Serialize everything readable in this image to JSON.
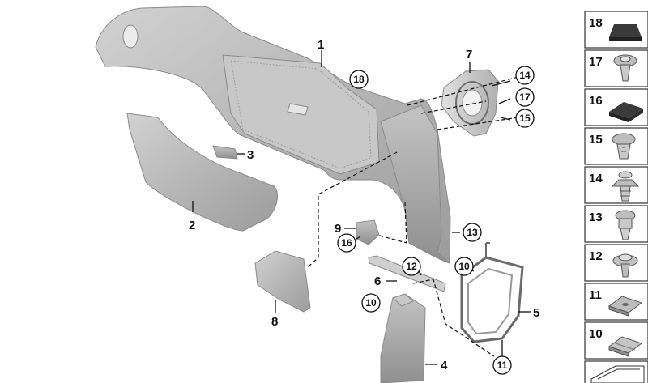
{
  "callouts": [
    {
      "id": "c1",
      "label": "1"
    },
    {
      "id": "c2",
      "label": "2"
    },
    {
      "id": "c3",
      "label": "3"
    },
    {
      "id": "c4",
      "label": "4"
    },
    {
      "id": "c5",
      "label": "5"
    },
    {
      "id": "c6",
      "label": "6"
    },
    {
      "id": "c7",
      "label": "7"
    },
    {
      "id": "c8",
      "label": "8"
    },
    {
      "id": "c9",
      "label": "9"
    }
  ],
  "circled_callouts": [
    {
      "id": "r18",
      "label": "18"
    },
    {
      "id": "r14",
      "label": "14"
    },
    {
      "id": "r17",
      "label": "17"
    },
    {
      "id": "r15",
      "label": "15"
    },
    {
      "id": "r13",
      "label": "13"
    },
    {
      "id": "r16",
      "label": "16"
    },
    {
      "id": "r12",
      "label": "12"
    },
    {
      "id": "r10a",
      "label": "10"
    },
    {
      "id": "r10b",
      "label": "10"
    },
    {
      "id": "r11",
      "label": "11"
    }
  ],
  "legend": [
    {
      "label": "18",
      "icon": "foam-pad-icon"
    },
    {
      "label": "17",
      "icon": "push-rivet-icon"
    },
    {
      "label": "16",
      "icon": "foam-pad-icon"
    },
    {
      "label": "15",
      "icon": "expanding-rivet-icon"
    },
    {
      "label": "14",
      "icon": "fir-tree-clip-icon"
    },
    {
      "label": "13",
      "icon": "spreader-clip-icon"
    },
    {
      "label": "12",
      "icon": "screw-washer-icon"
    },
    {
      "label": "11",
      "icon": "clip-nut-icon"
    },
    {
      "label": "10",
      "icon": "spring-nut-icon"
    },
    {
      "label": "",
      "icon": "arrow-icon"
    }
  ],
  "colors": {
    "panel": "#b9b9b9",
    "panel_dark": "#a3a3a3",
    "panel_light": "#d4d4d4",
    "line": "#111111"
  }
}
